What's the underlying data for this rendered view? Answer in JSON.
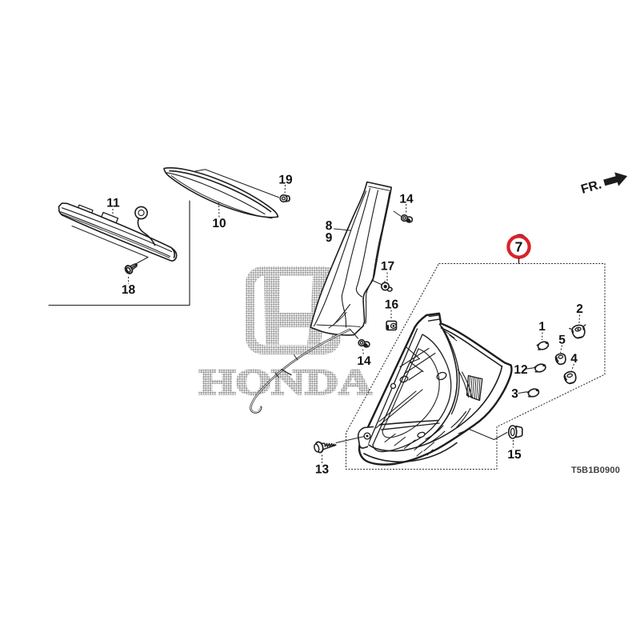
{
  "drawing": {
    "code": "T5B1B0900",
    "front_label": "FR.",
    "watermark_text": "HONDA",
    "highlight_color": "#da2128",
    "ink_color": "#1d1d1d",
    "watermark_color": "#9c9c9c"
  },
  "callouts": {
    "n1": "1",
    "n2": "2",
    "n3": "3",
    "n4": "4",
    "n5": "5",
    "n7": "7",
    "n8": "8",
    "n9": "9",
    "n10": "10",
    "n11": "11",
    "n12": "12",
    "n13": "13",
    "n14a": "14",
    "n14b": "14",
    "n15": "15",
    "n16": "16",
    "n17": "17",
    "n18": "18",
    "n19": "19"
  }
}
